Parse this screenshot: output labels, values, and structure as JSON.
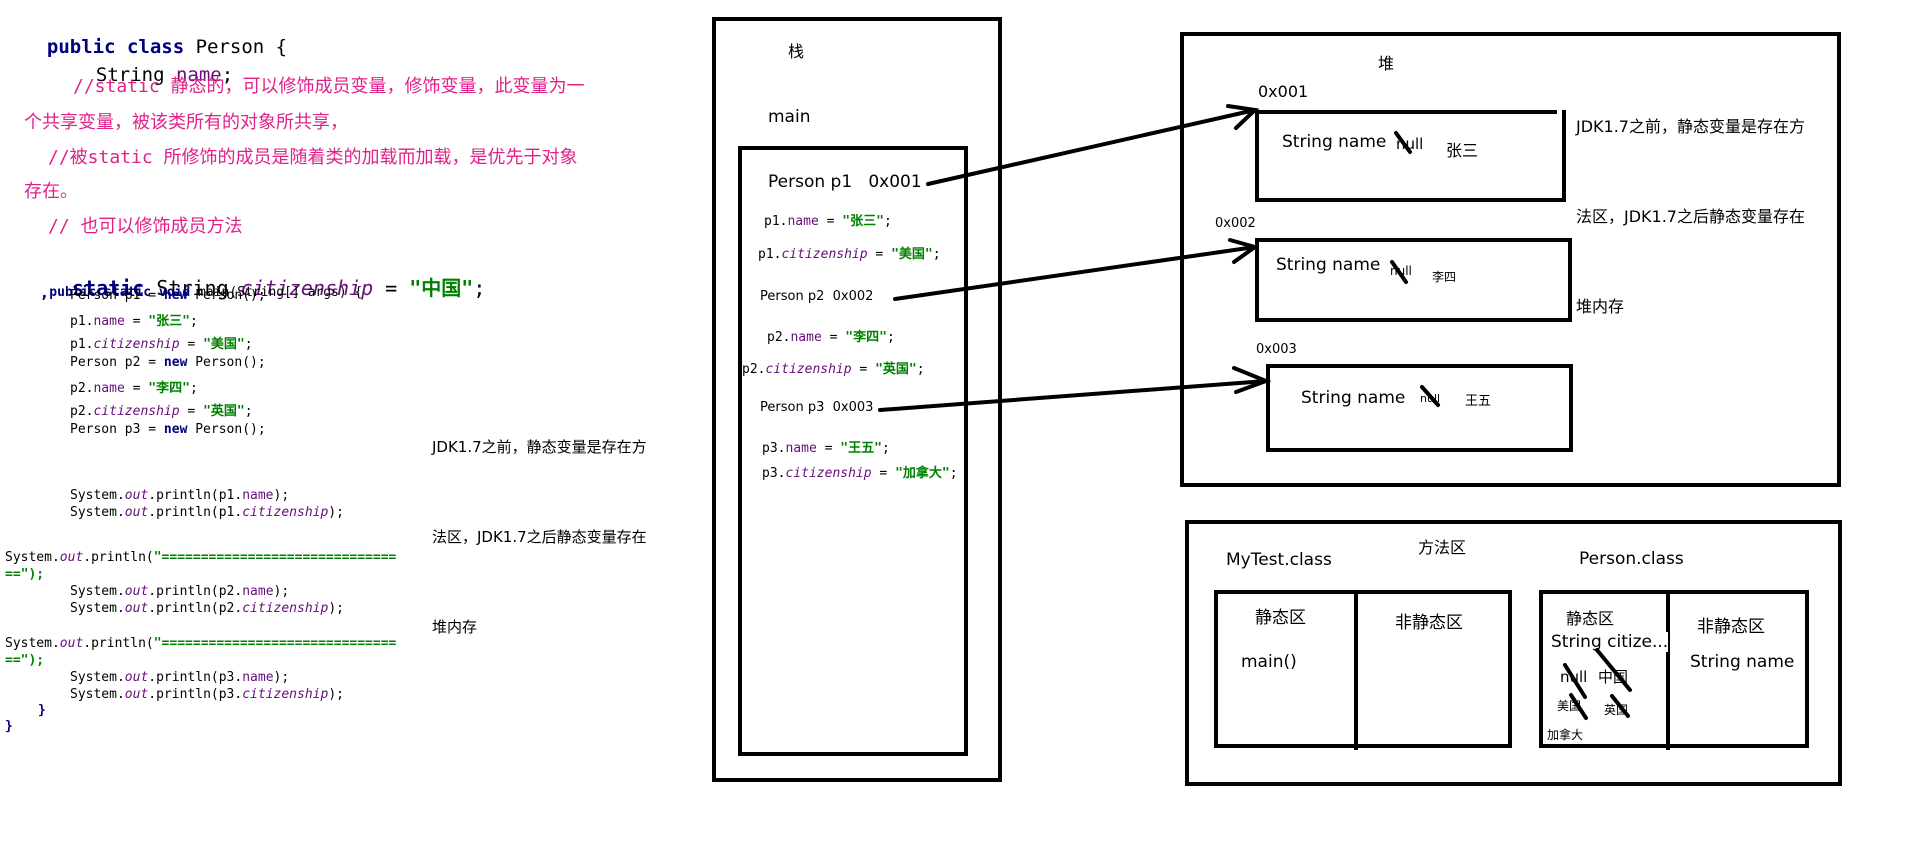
{
  "class_code": {
    "l1_kw": "public class",
    "l1_rest": " Person {",
    "l2_type": "String ",
    "l2_field": "name",
    "l2_end": ";",
    "c1a": "//static 静态的，可以修饰成员变量，修饰变量，此变量为一",
    "c1b": "个共享变量，被该类所有的对象所共享，",
    "c2a": "//被static 所修饰的成员是随着类的加载而加载，是优先于对象",
    "c2b": "存在。",
    "c3": "// 也可以修饰成员方法",
    "l_static_kw": "static",
    "l_static_type": " String ",
    "l_static_field": "citizenship",
    "l_static_eq": " = ",
    "l_static_val": "\"中国\"",
    "l_static_end": ";",
    "stray_comma": ","
  },
  "main_code": {
    "sig_kw": "public static void",
    "sig_rest": " main(String[] args) {",
    "lines": [
      {
        "pre": "Person p1 = ",
        "kw": "new",
        "post": " Person();"
      },
      {
        "obj": "p1.",
        "field": "name",
        "mid": " = ",
        "val": "\"张三\"",
        "end": ";"
      },
      {
        "obj": "p1.",
        "sfield": "citizenship",
        "mid": " = ",
        "val": "\"美国\"",
        "end": ";"
      },
      {
        "pre": "Person p2 = ",
        "kw": "new",
        "post": " Person();"
      },
      {
        "obj": "p2.",
        "field": "name",
        "mid": " = ",
        "val": "\"李四\"",
        "end": ";"
      },
      {
        "obj": "p2.",
        "sfield": "citizenship",
        "mid": " = ",
        "val": "\"英国\"",
        "end": ";"
      },
      {
        "pre": "Person p3 = ",
        "kw": "new",
        "post": " Person();"
      }
    ],
    "print1a_pre": "System.",
    "print1a_out": "out",
    "print1a_post": ".println(p1.",
    "print1a_f": "name",
    "print1a_end": ");",
    "print1b_f": "citizenship",
    "sep": "\"==============================",
    "sep_end": "==\");",
    "print_obj_p2": "p2.",
    "print_obj_p3": "p3.",
    "close_brace_inner": "}",
    "close_brace_outer": "}"
  },
  "note": {
    "line1": "JDK1.7之前，静态变量是存在方",
    "line2": "法区，JDK1.7之后静态变量存在",
    "line3": "堆内存"
  },
  "stack": {
    "title": "栈",
    "frame": "main",
    "p1_label": "Person p1",
    "p1_addr": "0x001",
    "p1_name_obj": "p1.",
    "p1_name_f": "name",
    "p1_name_val": "\"张三\"",
    "p1_cit_obj": "p1.",
    "p1_cit_f": "citizenship",
    "p1_cit_val": "\"美国\"",
    "p2_label": "Person p2",
    "p2_addr": "0x002",
    "p2_name_obj": "p2.",
    "p2_name_f": "name",
    "p2_name_val": "\"李四\"",
    "p2_cit_obj": "p2.",
    "p2_cit_f": "citizenship",
    "p2_cit_val": "\"英国\"",
    "p3_label": "Person p3",
    "p3_addr": "0x003",
    "p3_name_obj": "p3.",
    "p3_name_f": "name",
    "p3_name_val": "\"王五\"",
    "p3_cit_obj": "p3.",
    "p3_cit_f": "citizenship",
    "p3_cit_val": "\"加拿大\"",
    "eq": " = ",
    "semi": ";"
  },
  "heap": {
    "title": "堆",
    "obj1_addr": "0x001",
    "obj1_field": "String name",
    "obj1_old": "null",
    "obj1_val": "张三",
    "obj2_addr": "0x002",
    "obj2_field": "String name",
    "obj2_old": "null",
    "obj2_val": "李四",
    "obj3_addr": "0x003",
    "obj3_field": "String name",
    "obj3_old": "null",
    "obj3_val": "王五"
  },
  "heap_note": {
    "line1": "JDK1.7之前，静态变量是存在方",
    "line2": "法区，JDK1.7之后静态变量存在",
    "line3": "堆内存"
  },
  "method_area": {
    "title": "方法区",
    "mytest": "MyTest.class",
    "person": "Person.class",
    "static_zone": "静态区",
    "nonstatic_zone": "非静态区",
    "main_method": "main()",
    "static_field": "String citize...",
    "cit_null": "null",
    "cit_china": "中国",
    "cit_us": "美国",
    "cit_uk": "英国",
    "cit_canada": "加拿大",
    "person_field": "String name"
  }
}
